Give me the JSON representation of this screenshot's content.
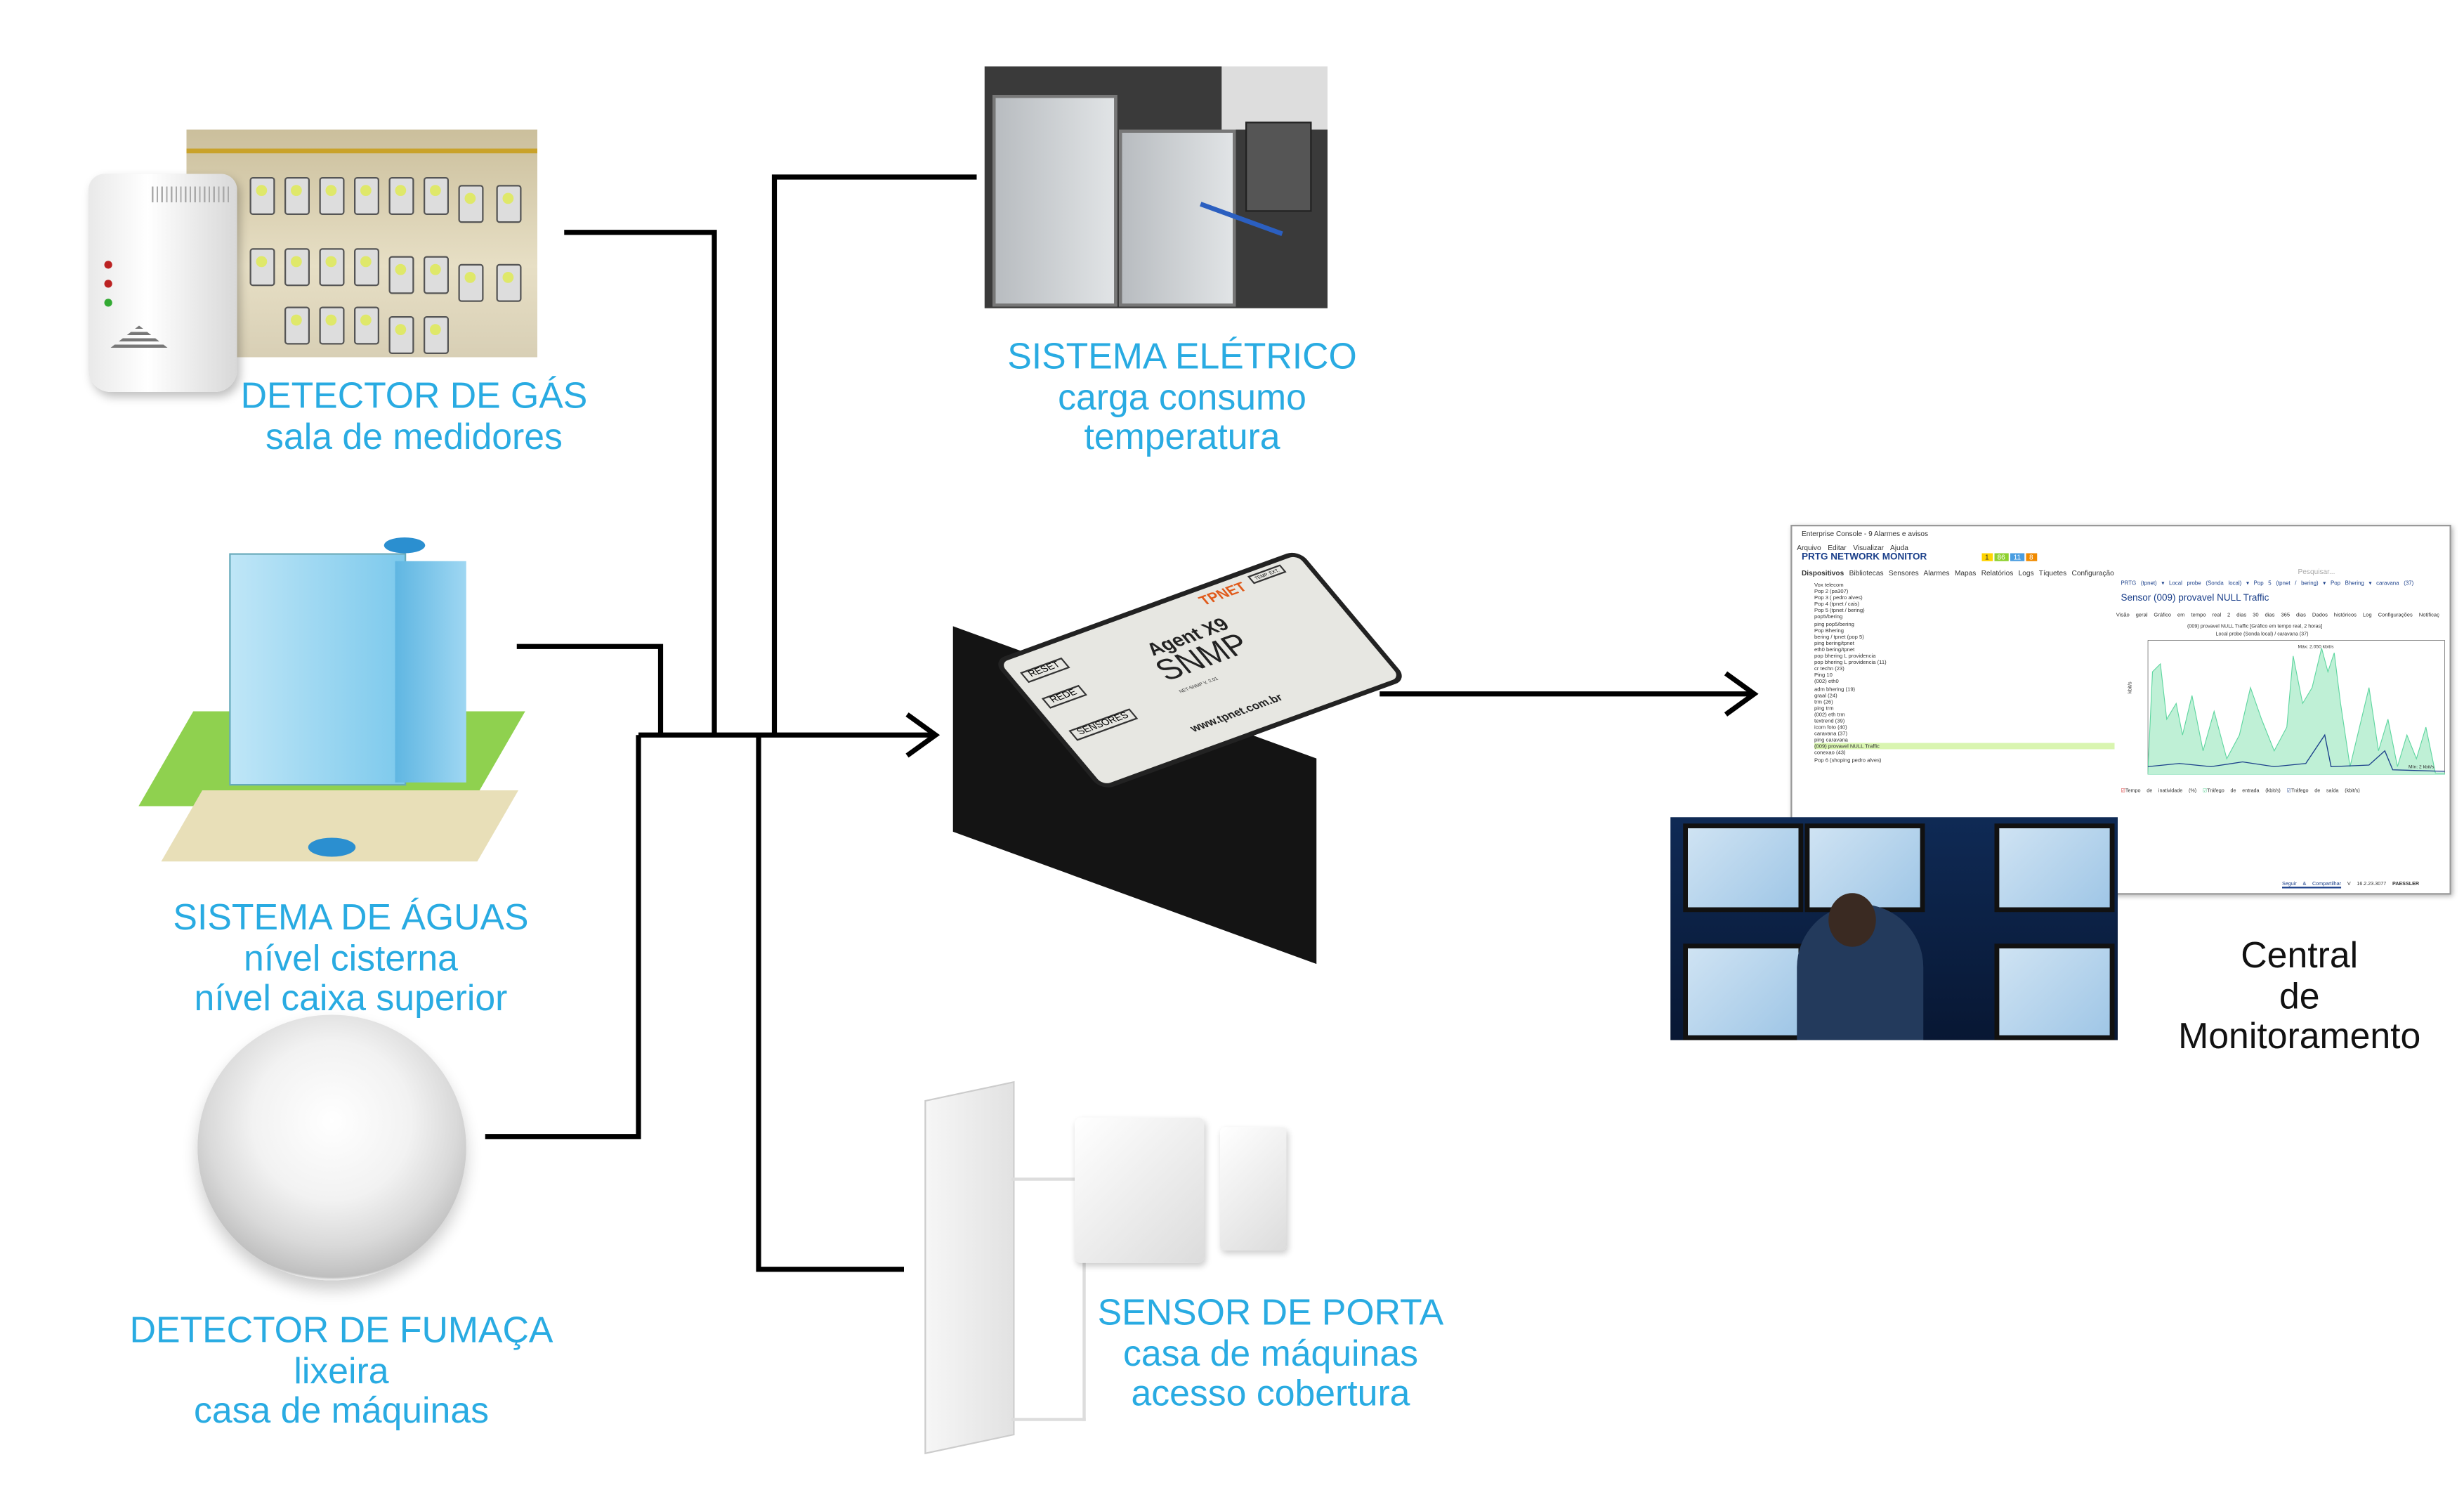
{
  "nodes": {
    "gas": {
      "title": "DETECTOR DE GÁS",
      "lines": [
        "sala de medidores"
      ]
    },
    "electric": {
      "title": "SISTEMA ELÉTRICO",
      "lines": [
        "carga consumo",
        "temperatura"
      ]
    },
    "water": {
      "title": "SISTEMA DE ÁGUAS",
      "lines": [
        "nível cisterna",
        "nível caixa superior"
      ]
    },
    "smoke": {
      "title": "DETECTOR DE FUMAÇA",
      "lines": [
        "lixeira",
        "casa de máquinas"
      ]
    },
    "door": {
      "title": "SENSOR  DE PORTA",
      "lines": [
        "casa de máquinas",
        "acesso cobertura"
      ]
    },
    "central": {
      "lines": [
        "Central",
        "de",
        "Monitoramento"
      ]
    }
  },
  "device": {
    "brand": "TPNET",
    "model": "Agent X9",
    "protocol": "SNMP",
    "version": "NET-SNMP V. 2.01",
    "labels": [
      "RESET",
      "REDE",
      "SENSORES",
      "TEMP. EXT."
    ],
    "website": "www.tpnet.com.br"
  },
  "prtg": {
    "window_title": "Enterprise Console - 9 Alarmes e avisos",
    "menu": [
      "Arquivo",
      "Editar",
      "Visualizar",
      "Ajuda"
    ],
    "app_title": "PRTG NETWORK MONITOR",
    "badges": [
      "1",
      "86",
      "11",
      "8"
    ],
    "tabs": [
      "Dispositivos",
      "Bibliotecas",
      "Sensores",
      "Alarmes",
      "Mapas",
      "Relatórios",
      "Logs",
      "Tíquetes",
      "Configuração"
    ],
    "search_placeholder": "Pesquisar...",
    "tree": [
      "Vox telecom",
      "Pop 2 (pa307)",
      "Pop 3 ( pedro alves)",
      "Pop 4 (tpnet / cais)",
      "Pop 5 (tpnet / bering)",
      "pop5/bering",
      "ping pop5/bering",
      "Pop Bhering",
      "bering / tpnet (pop 5)",
      "ping bering/tpnet",
      "eth0  bering/tpnet",
      "pop bhering L providencia",
      "pop bhering L providencia (11)",
      "cr techn (23)",
      "Ping 10",
      "(002) eth0",
      "adm bhering (19)",
      "graal (24)",
      "trm (26)",
      "ping trm",
      "(002) eth trm",
      "textrend (39)",
      "icom foto (40)",
      "caravana (37)",
      "ping caravana",
      "(009) provavel NULL Traffic",
      "conexao (43)",
      "Pop 6 (shoping pedro alves)"
    ],
    "breadcrumb": [
      "PRTG (tpnet)",
      "Local probe (Sonda local)",
      "Pop 5 (tpnet / bering)",
      "Pop Bhering",
      "caravana (37)"
    ],
    "sensor_title": "Sensor (009) provavel NULL Traffic",
    "sensor_tabs": [
      "Visão geral",
      "Gráfico em tempo real",
      "2 dias",
      "30 dias",
      "365 dias",
      "Dados históricos",
      "Log",
      "Configurações",
      "Notificaç"
    ],
    "chart_caption": "(009) provavel NULL Traffic [Gráfico em tempo real, 2 horas]",
    "chart_subcaption": "Local probe (Sonda local) / caravana (37)",
    "chart_max": "Máx: 2.050 kbit/s",
    "chart_min": "Mín: 2 kbit/s",
    "ylabel": "kbit/s",
    "legend": [
      "Tempo de inatividade (%)",
      "Tráfego de entrada (kbit/s)",
      "Tráfego de saída (kbit/s)"
    ],
    "footer": [
      "Seguir & Compartilhar",
      "V 16.2.23.3077",
      "PAESSLER"
    ]
  },
  "colors": {
    "label": "#29abe2",
    "line": "#000000"
  }
}
